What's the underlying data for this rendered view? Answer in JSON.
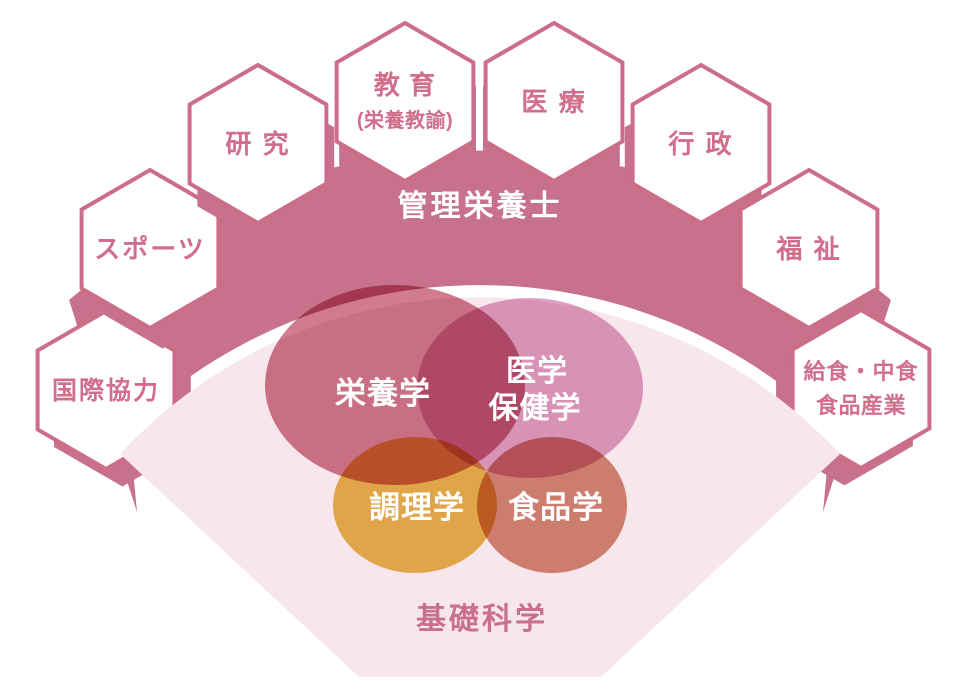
{
  "diagram": {
    "title_band_label": "管理栄養士",
    "base_label": "基礎科学",
    "hexagons": [
      {
        "id": "kokusai",
        "label": "国際協力"
      },
      {
        "id": "sports",
        "label": "スポーツ"
      },
      {
        "id": "kenkyu",
        "label": "研 究"
      },
      {
        "id": "kyoiku",
        "label": "教 育",
        "label2": "(栄養教諭)"
      },
      {
        "id": "iryo",
        "label": "医 療"
      },
      {
        "id": "gyosei",
        "label": "行 政"
      },
      {
        "id": "fukushi",
        "label": "福 祉"
      },
      {
        "id": "kyushoku",
        "label": "給食・中食",
        "label2": "食品産業"
      }
    ],
    "venn": [
      {
        "id": "eiyogaku",
        "label": "栄養学",
        "color": "#d07b8f"
      },
      {
        "id": "igakuhoken",
        "label": "医学",
        "label2": "保健学",
        "color": "#dea2c5"
      },
      {
        "id": "chorigaku",
        "label": "調理学",
        "color": "#e9b74f"
      },
      {
        "id": "shokuhingaku",
        "label": "食品学",
        "color": "#d48b77"
      }
    ],
    "colors": {
      "band": "#c7718c",
      "fan_background": "#f7e6eb",
      "hex_border": "#cc6d89",
      "hex_text": "#d06e8c",
      "band_text": "#ffffff",
      "base_text": "#c9718c",
      "venn_text": "#ffffff"
    }
  }
}
